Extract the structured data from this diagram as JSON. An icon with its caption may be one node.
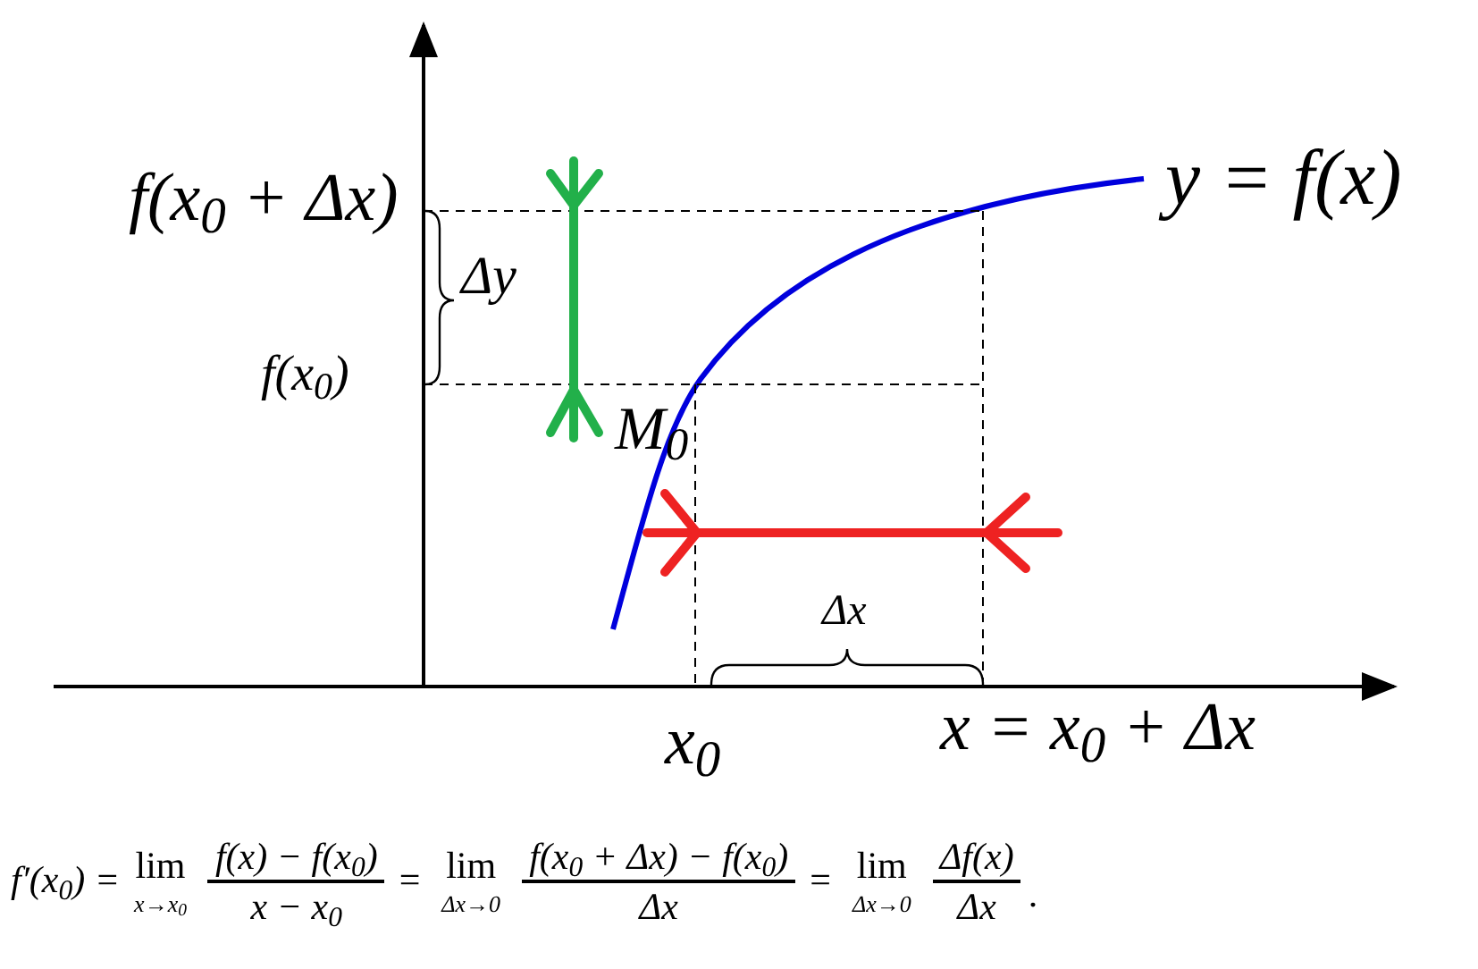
{
  "diagram": {
    "labels": [
      "f(x$_{0}$ + Δx)",
      "Δy",
      "f(x$_{0}$)",
      "M$_{0}$",
      "y = f(x)",
      "Δx",
      "x$_{0}$",
      "x = x$_{0}$ + Δx",
      "f′(x$_{0}$) =",
      "lim",
      "x→x$_{0}$",
      "f(x) − f(x$_{0}$)",
      "x − x$_{0}$",
      "=",
      "lim",
      "Δx→0",
      "f(x$_{0}$ + Δx) − f(x$_{0}$)",
      "Δx",
      "=",
      "lim",
      "Δx→0",
      "Δf(x)",
      "Δx",
      "."
    ]
  }
}
